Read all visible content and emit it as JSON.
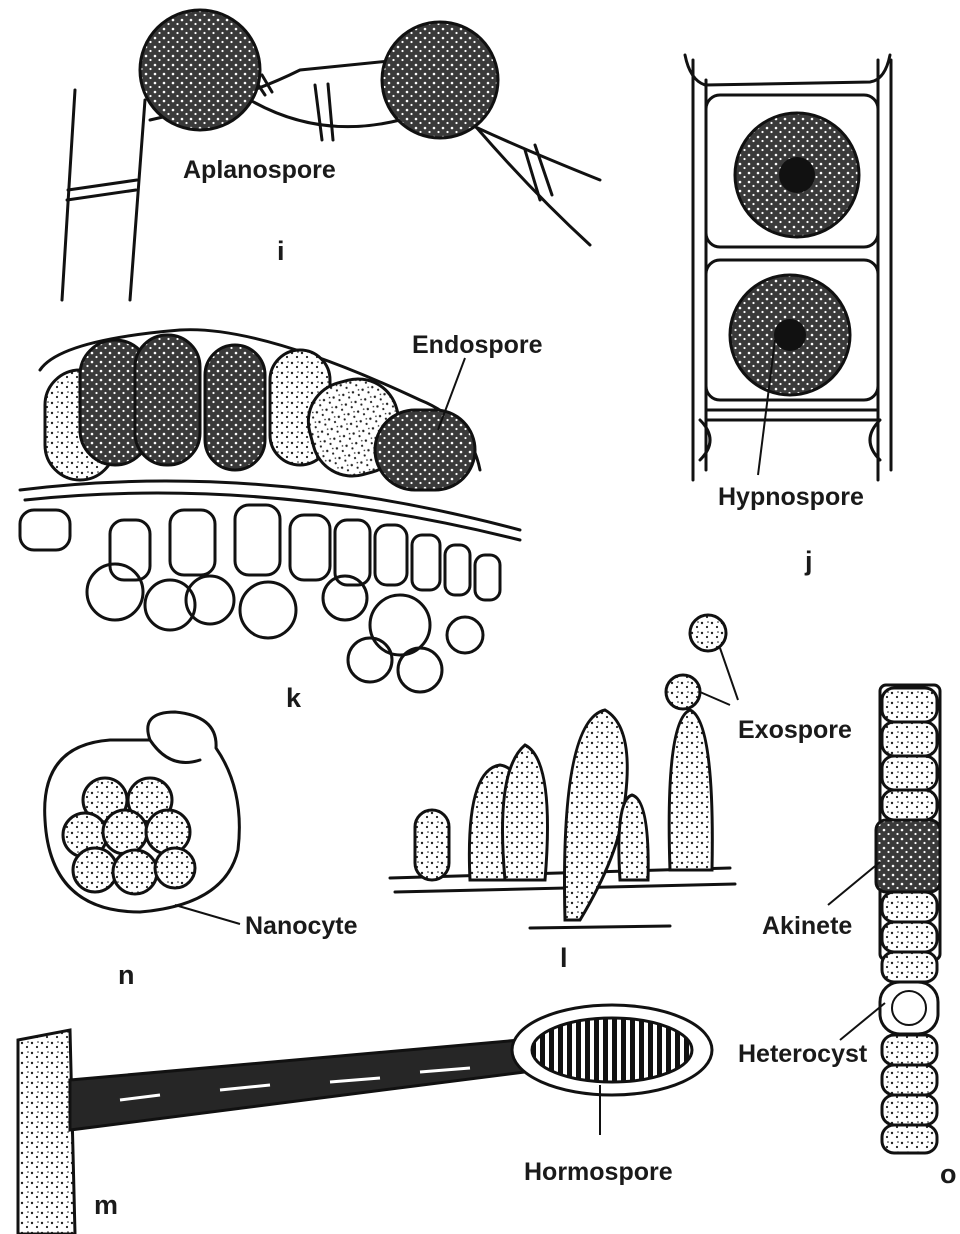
{
  "figure": {
    "panels": {
      "i": {
        "letter": "i",
        "label": "Aplanospore"
      },
      "j": {
        "letter": "j",
        "label": "Hypnospore"
      },
      "k": {
        "letter": "k",
        "label": "Endospore"
      },
      "l": {
        "letter": "l",
        "label": "Exospore"
      },
      "m": {
        "letter": "m",
        "label": "Hormospore"
      },
      "n": {
        "letter": "n",
        "label": "Nanocyte"
      },
      "o": {
        "letter": "o",
        "labels": {
          "akinete": "Akinete",
          "heterocyst": "Heterocyst"
        }
      }
    }
  }
}
